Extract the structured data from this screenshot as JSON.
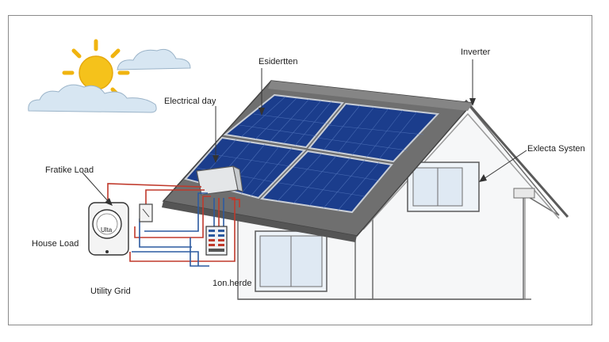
{
  "labels": {
    "residential": "Esidertten",
    "inverter": "Inverter",
    "electrical_day": "Electrical day",
    "exlecta_system": "Exlecta Systen",
    "fratike_load": "Fratike Load",
    "house_load": "House Load",
    "utility_grid": "Utility Grid",
    "ion_herde": "1on.herde"
  },
  "meter": {
    "display": "Ulta"
  },
  "colors": {
    "sun": "#f5c21b",
    "sun_rays": "#f0b410",
    "cloud": "#d7e6f2",
    "panel": "#1b3d8c",
    "roof": "#6f6f6f",
    "wire_red": "#c0392b",
    "wire_blue": "#2c5aa0"
  },
  "icons": [
    "sun-icon",
    "cloud-icon",
    "meter-icon",
    "breaker-panel-icon",
    "junction-box-icon"
  ]
}
